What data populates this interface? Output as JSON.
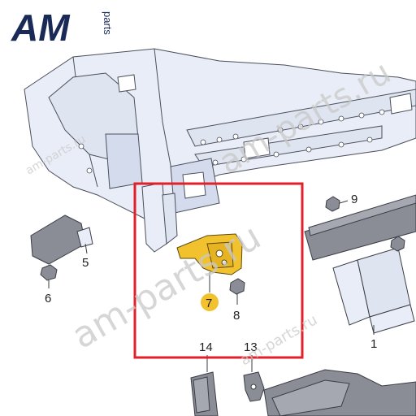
{
  "brand": {
    "logo_text": "AM",
    "logo_suffix": "parts",
    "accent": "#1a2a57"
  },
  "watermarks": [
    "am-parts.ru",
    "am-parts.ru",
    "am-parts.ru",
    "am-parts.ru"
  ],
  "callouts": [
    {
      "id": "1",
      "label": "1"
    },
    {
      "id": "5",
      "label": "5"
    },
    {
      "id": "6",
      "label": "6"
    },
    {
      "id": "7",
      "label": "7"
    },
    {
      "id": "8",
      "label": "8"
    },
    {
      "id": "9",
      "label": "9"
    },
    {
      "id": "13",
      "label": "13"
    },
    {
      "id": "14",
      "label": "14"
    }
  ],
  "colors": {
    "highlight_box": "#e0202a",
    "highlight_part": "#f2c12e",
    "part_fill": "#e9edf7",
    "part_stroke": "#4a4f5c",
    "dark_part": "#8a8d96"
  }
}
